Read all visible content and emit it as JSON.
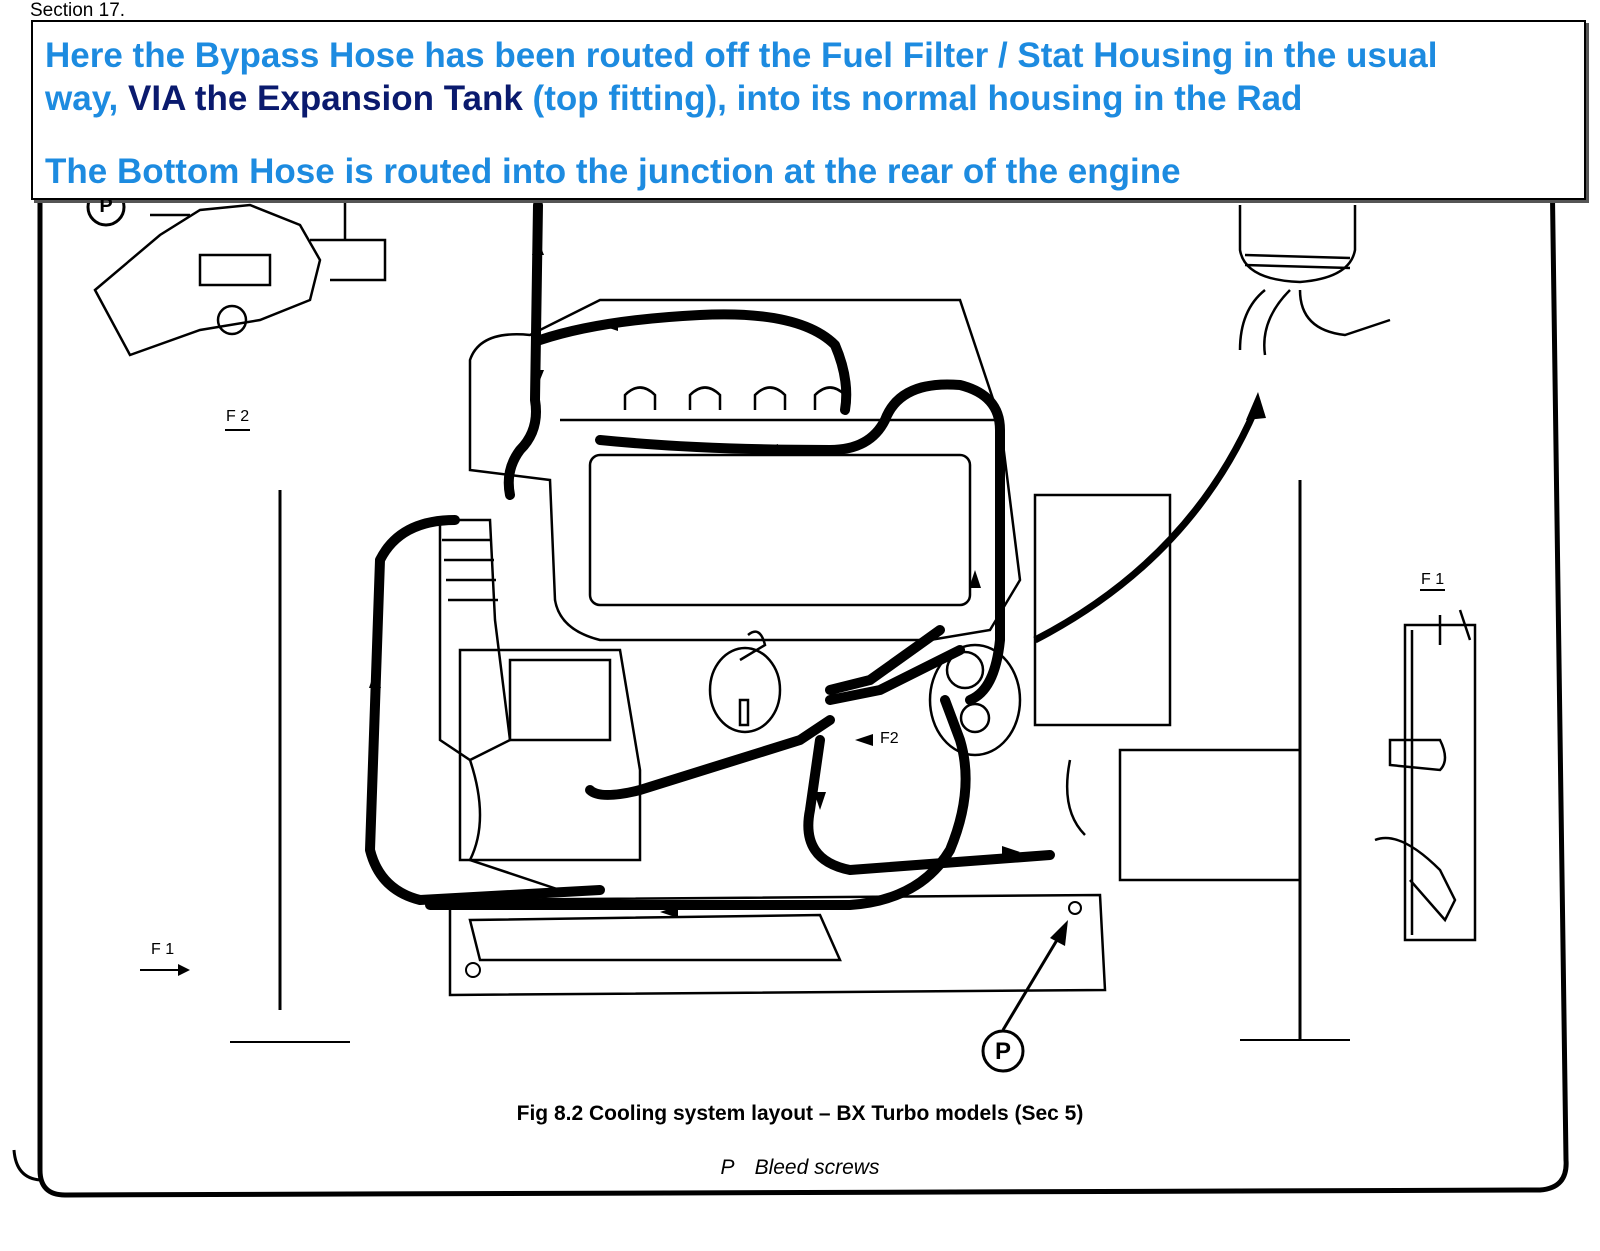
{
  "section_label": "Section 17.",
  "callout": {
    "line1": "Here the Bypass Hose has been routed off the Fuel Filter / Stat Housing in the usual",
    "line2_prefix": "way, ",
    "line2_highlight": "VIA the Expansion Tank",
    "line2_suffix": " (top fitting), into its normal housing in the  Rad",
    "line3": "The Bottom  Hose is routed into the junction at the rear of the engine"
  },
  "labels": {
    "f2_top": "F 2",
    "f1_left": "F 1",
    "f1_right": "F 1",
    "f2_mid": "F2",
    "p_marker": "P",
    "p_marker_top": "P"
  },
  "caption": "Fig 8.2 Cooling system layout – BX Turbo models (Sec 5)",
  "legend": {
    "key": "P",
    "text": "Bleed screws"
  },
  "colors": {
    "callout_text": "#1d8be0",
    "callout_highlight": "#0a1a6e",
    "line_art": "#000000"
  }
}
